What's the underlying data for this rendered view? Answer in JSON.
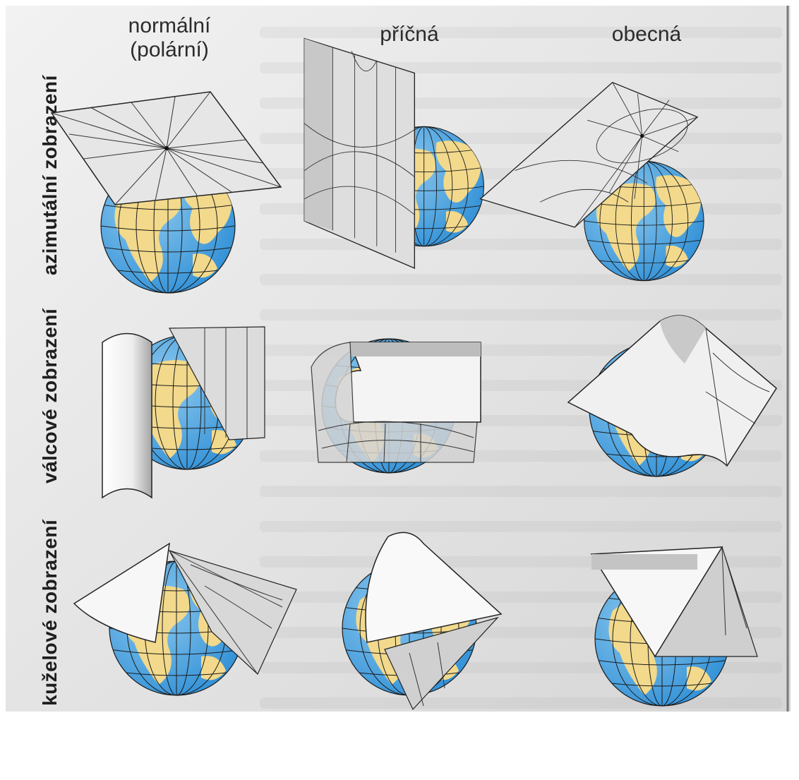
{
  "figure": {
    "columns": [
      {
        "id": "normal",
        "line1": "normální",
        "line2": "(polární)"
      },
      {
        "id": "transverse",
        "line1": "příčná",
        "line2": ""
      },
      {
        "id": "oblique",
        "line1": "obecná",
        "line2": ""
      }
    ],
    "rows": [
      {
        "id": "azimuthal",
        "label": "azimutální zobrazení"
      },
      {
        "id": "cylindrical",
        "label": "válcové zobrazení"
      },
      {
        "id": "conical",
        "label": "kuželové zobrazení"
      }
    ],
    "colors": {
      "ocean": "#2f8fd6",
      "ocean_light": "#8cc8ee",
      "land": "#f2d98c",
      "grid": "#1a1a1a",
      "surface": "#e4e4e4",
      "surface_shade": "#b9b9b9",
      "background_paper": "#dcdcdc",
      "background_text": "#9a9a9a"
    }
  }
}
